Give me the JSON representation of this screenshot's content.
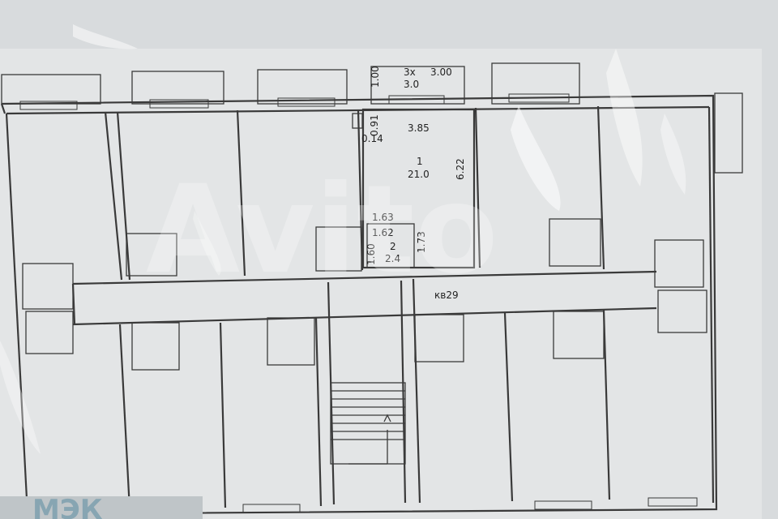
{
  "balcony": {
    "dim_top": "1.00",
    "label": "3x",
    "width": "3.00",
    "area": "3.0"
  },
  "room1": {
    "number": "1",
    "area": "21.0",
    "width": "3.85",
    "length": "6.22"
  },
  "room2": {
    "number": "2",
    "area": "2.4",
    "dim_top_outer": "1.63",
    "dim_top_inner": "1.62",
    "dim_left": "1.60",
    "dim_right": "1.73"
  },
  "vent": {
    "dim_a": "0.91",
    "dim_b": "0.14"
  },
  "apartment_label": "кв29",
  "watermark": "Avito",
  "watermark_bottom": "МЭК"
}
